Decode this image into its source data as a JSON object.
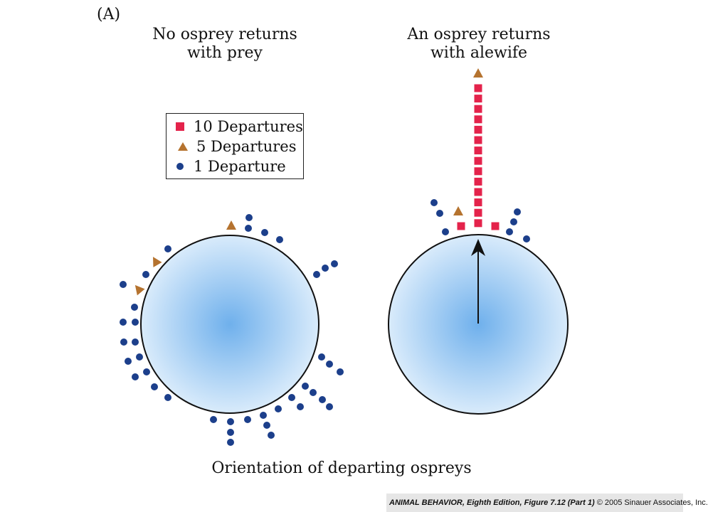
{
  "panel_label": "(A)",
  "left_title": [
    "No osprey returns",
    "with prey"
  ],
  "right_title": [
    "An osprey returns",
    "with alewife"
  ],
  "legend": [
    {
      "symbol": "square",
      "label": "10 Departures"
    },
    {
      "symbol": "triangle",
      "label": "5 Departures"
    },
    {
      "symbol": "dot",
      "label": "1 Departure"
    }
  ],
  "caption": "Orientation of departing ospreys",
  "credit": {
    "book": "ANIMAL BEHAVIOR, Eighth Edition, Figure 7.12 (Part 1)",
    "copyright": "© 2005 Sinauer Associates, Inc."
  },
  "colors": {
    "square": "#e4234b",
    "triangle": "#b5732f",
    "dot": "#1c3f8b",
    "circle_center": "#6fb0ec",
    "circle_edge": "#d9ebfb"
  }
}
